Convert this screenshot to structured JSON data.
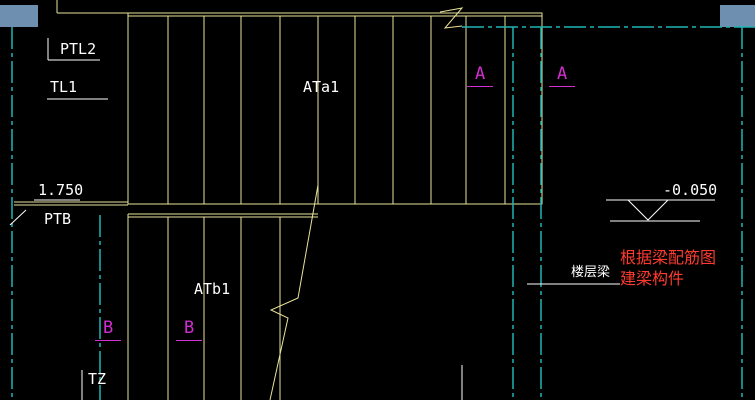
{
  "colors": {
    "background": "#000000",
    "stair_lines": "#e8e29a",
    "axis_lines": "#1fb5b5",
    "text": "#ffffff",
    "grid_label": "#d22fd2",
    "annotation": "#ff3b2f",
    "corner_block": "#6f8fb0"
  },
  "labels": {
    "ptl2": "PTL2",
    "tl1": "TL1",
    "ata1": "ATa1",
    "atb1": "ATb1",
    "elev_left": "1.750",
    "ptb": "PTB",
    "elev_right": "-0.050",
    "floor_beam": "楼层梁",
    "tz": "TZ",
    "grid_a1": "A",
    "grid_a2": "A",
    "grid_b1": "B",
    "grid_b2": "B"
  },
  "annotation": {
    "line1": "根据梁配筋图",
    "line2": "建梁构件"
  }
}
